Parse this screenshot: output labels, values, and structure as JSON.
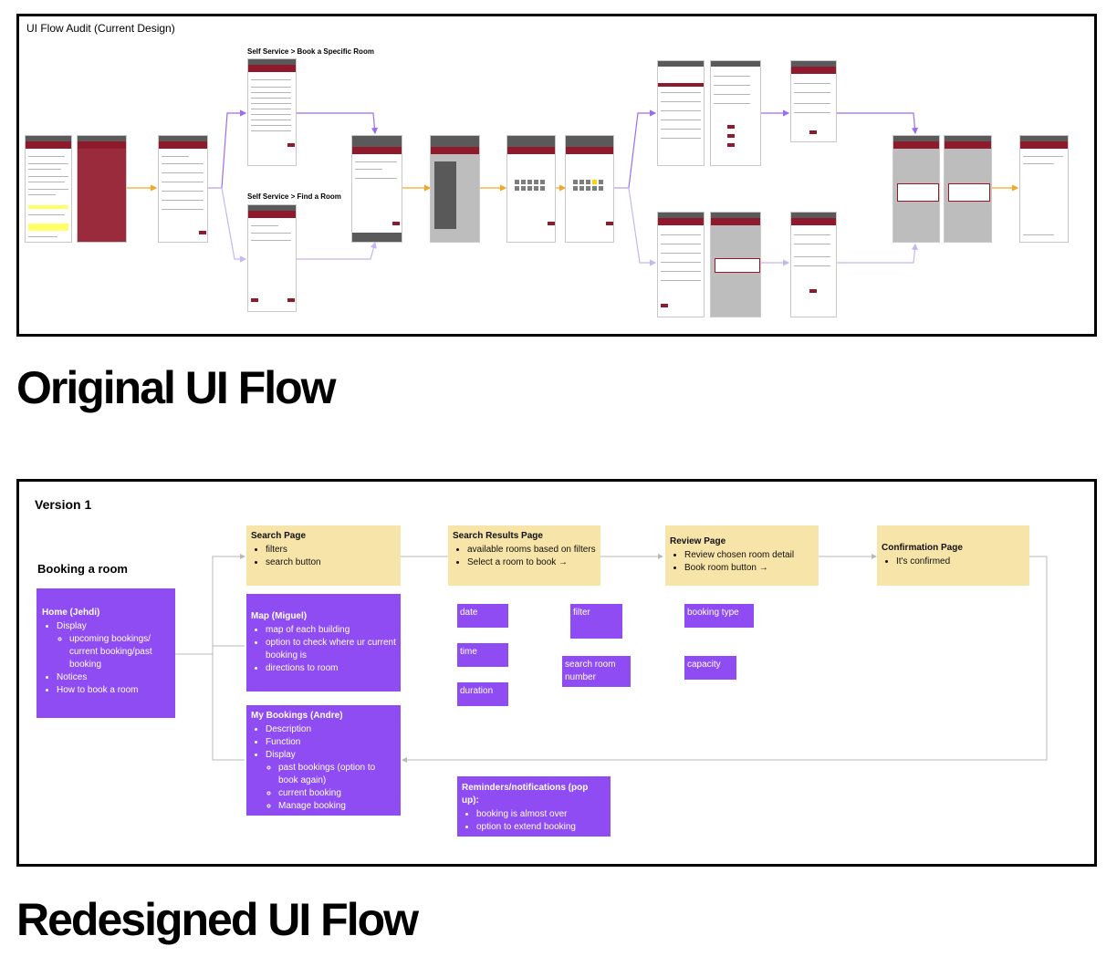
{
  "original": {
    "frame_title": "UI Flow Audit (Current Design)",
    "branch_labels": [
      "Self Service > Book a Specific Room",
      "Self Service > Find a Room"
    ],
    "heading": "Original UI Flow"
  },
  "redesigned": {
    "frame_title": "Version 1",
    "section_title": "Booking a room",
    "heading": "Redesigned UI Flow",
    "nodes": {
      "home": {
        "title": "Home (Jehdi)",
        "display": "Display",
        "display_sub": "upcoming bookings/ current booking/past booking",
        "notices": "Notices",
        "how_to": "How to book a room"
      },
      "search": {
        "title": "Search Page",
        "items": [
          "filters",
          "search button"
        ]
      },
      "map": {
        "title": "Map (Miguel)",
        "items": [
          "map of each building",
          "option to check where ur current booking is",
          "directions to room"
        ]
      },
      "my_bookings": {
        "title": "My Bookings (Andre)",
        "description": "Description",
        "function": "Function",
        "display": "Display",
        "display_sub": [
          "past bookings (option to book again)",
          "current booking",
          "Manage booking"
        ]
      },
      "results": {
        "title": "Search Results Page",
        "items": [
          "available rooms based on filters",
          "Select a room to book →"
        ]
      },
      "review": {
        "title": "Review Page",
        "items": [
          "Review chosen room detail",
          "Book room button →"
        ]
      },
      "confirmation": {
        "title": "Confirmation Page",
        "items": [
          "It's confirmed"
        ]
      },
      "reminders": {
        "title": "Reminders/notifications (pop up):",
        "items": [
          "booking is almost over",
          "option to extend booking"
        ]
      }
    },
    "tags": {
      "date": "date",
      "time": "time",
      "duration": "duration",
      "filter": "filter",
      "search_room_number": "search room number",
      "booking_type": "booking type",
      "capacity": "capacity"
    }
  },
  "colors": {
    "purple": "#8e4cf2",
    "yellow": "#f7e4a8",
    "arrow_orange": "#f5a623",
    "arrow_violet": "#9b6cf5",
    "arrow_grey": "#b9b9b9",
    "screen_maroon": "#8e1a2c"
  }
}
